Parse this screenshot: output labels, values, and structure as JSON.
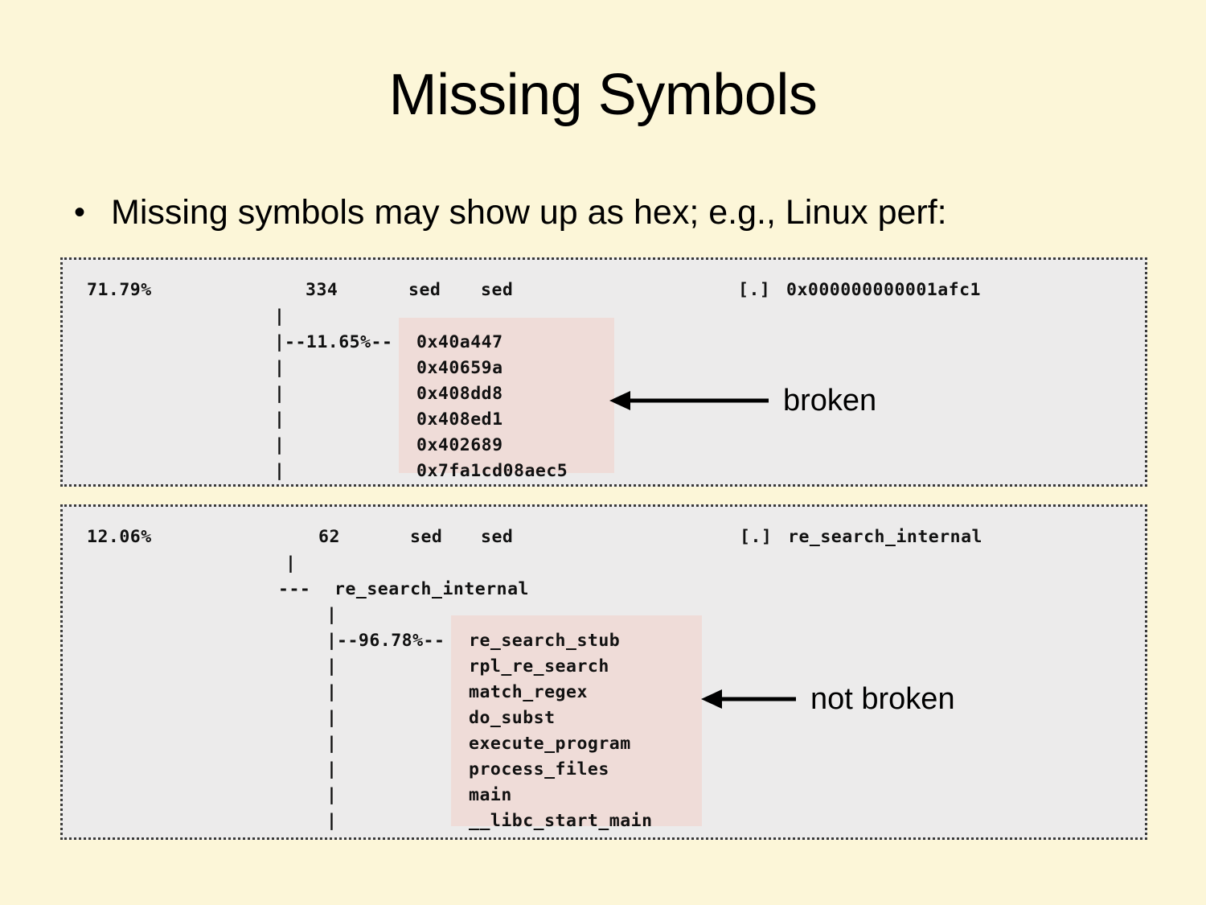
{
  "slide": {
    "title": "Missing Symbols",
    "bullet_marker": "•",
    "bullet_text": "Missing symbols may show up as hex; e.g., Linux perf:"
  },
  "colors": {
    "page_background": "#fcf6d8",
    "code_background": "#ecebeb",
    "highlight": "#efdcd8",
    "text": "#000000",
    "border": "#3a3a3a"
  },
  "code_block_1": {
    "name": "perf-output-broken",
    "header": {
      "percent": "71.79%",
      "samples": "334",
      "command": "sed",
      "shared_object": "sed",
      "privilege": "[.]",
      "symbol": "0x000000000001afc1"
    },
    "lines": [
      {
        "text": "  71.79%            334      sed   sed                      [.] 0x000000000001afc1",
        "highlight": false
      },
      {
        "text": "             |",
        "highlight": false
      },
      {
        "text": "             |--11.65%-- 0x40a447",
        "highlight": false
      },
      {
        "text": "             |           0x40659a",
        "highlight": false
      },
      {
        "text": "             |           0x408dd8",
        "highlight": false
      },
      {
        "text": "             |           0x408ed1",
        "highlight": false
      },
      {
        "text": "             |           0x402689",
        "highlight": false
      },
      {
        "text": "             |           0x7fa1cd08aec5",
        "highlight": false
      }
    ],
    "branch_percent": "--11.65%--",
    "stack": [
      "0x40a447",
      "0x40659a",
      "0x408dd8",
      "0x408ed1",
      "0x402689",
      "0x7fa1cd08aec5"
    ],
    "annotation": "broken"
  },
  "code_block_2": {
    "name": "perf-output-not-broken",
    "header": {
      "percent": "12.06%",
      "samples": "62",
      "command": "sed",
      "shared_object": "sed",
      "privilege": "[.]",
      "symbol": "re_search_internal"
    },
    "root_symbol": "re_search_internal",
    "root_prefix": "---",
    "branch_percent": "--96.78%--",
    "stack": [
      "re_search_stub",
      "rpl_re_search",
      "match_regex",
      "do_subst",
      "execute_program",
      "process_files",
      "main",
      "__libc_start_main"
    ],
    "annotation": "not broken"
  }
}
